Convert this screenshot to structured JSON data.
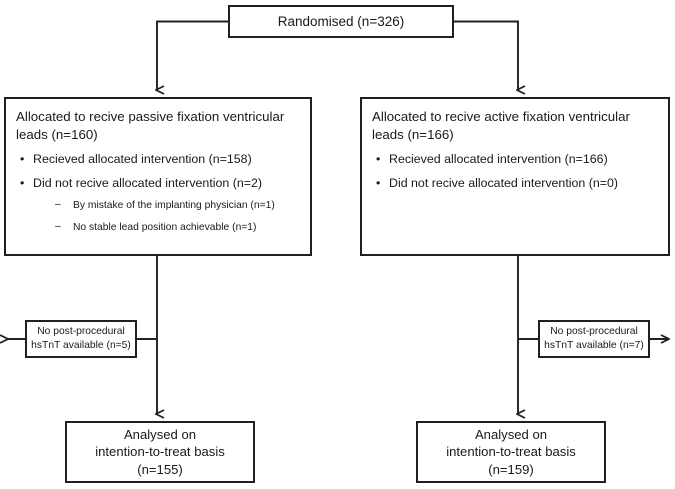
{
  "diagram": {
    "title": "CONSORT participant flow diagram",
    "colors": {
      "stroke": "#231f20",
      "text": "#1a1a1a",
      "background": "#ffffff"
    },
    "randomised": {
      "label": "Randomised (n=326)"
    },
    "allocation_left": {
      "title": "Allocated to recive passive fixation ventricular leads (n=160)",
      "bullet_marker": "•",
      "sub_marker": "–",
      "bullets": [
        {
          "label": "Recieved allocated intervention (n=158)",
          "subs": []
        },
        {
          "label": "Did not recive allocated intervention (n=2)",
          "subs": [
            "By mistake of the implanting physician (n=1)",
            "No stable lead position achievable (n=1)"
          ]
        }
      ]
    },
    "allocation_right": {
      "title": "Allocated to recive active fixation ventricular leads (n=166)",
      "bullet_marker": "•",
      "sub_marker": "–",
      "bullets": [
        {
          "label": "Recieved allocated intervention (n=166)",
          "subs": []
        },
        {
          "label": "Did not recive allocated intervention (n=0)",
          "subs": []
        }
      ]
    },
    "exclusion_left": {
      "line1": "No post-procedural",
      "line2": "hsTnT available (n=5)",
      "arrow_direction": "left"
    },
    "exclusion_right": {
      "line1": "No post-procedural",
      "line2": "hsTnT available (n=7)",
      "arrow_direction": "right"
    },
    "analysed_left": {
      "line1": "Analysed on",
      "line2": "intention-to-treat basis",
      "line3": "(n=155)"
    },
    "analysed_right": {
      "line1": "Analysed on",
      "line2": "intention-to-treat basis",
      "line3": "(n=159)"
    }
  }
}
